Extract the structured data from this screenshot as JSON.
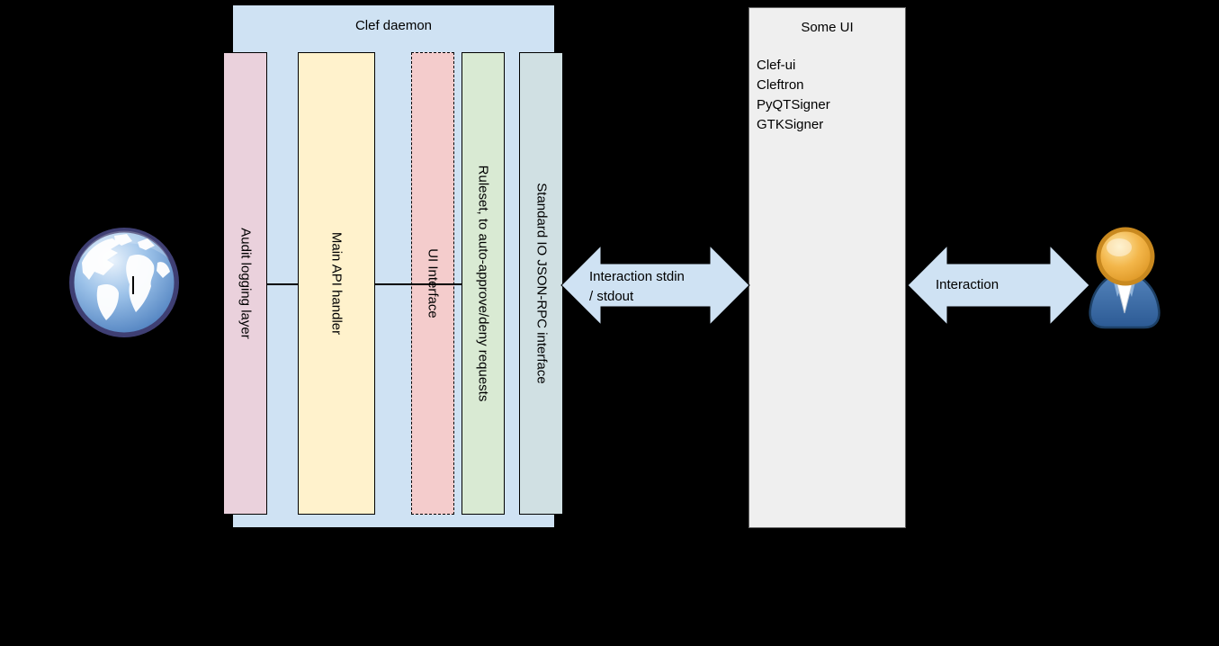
{
  "background": "#000000",
  "clef_daemon": {
    "title": "Clef daemon",
    "fill": "#cfe2f3",
    "bars": [
      {
        "label": "Audit logging layer",
        "fill": "#ead1dc",
        "border_style": "solid"
      },
      {
        "label": "Main API handler",
        "fill": "#fff2cc",
        "border_style": "solid"
      },
      {
        "label": "UI Interface",
        "fill": "#f4cccc",
        "border_style": "dashed"
      },
      {
        "label": "Ruleset, to auto-approve/deny requests",
        "fill": "#d9ead3",
        "border_style": "solid"
      },
      {
        "label": "Standard IO JSON-RPC interface",
        "fill": "#d0e0e3",
        "border_style": "solid"
      }
    ]
  },
  "some_ui": {
    "title": "Some UI",
    "fill": "#efefef",
    "items": [
      "Clef-ui",
      "Cleftron",
      "PyQTSigner",
      "GTKSigner"
    ]
  },
  "connectors": {
    "io_arrow": {
      "line1": "Interaction stdin",
      "line2": "/ stdout",
      "fill": "#cfe2f3"
    },
    "user_arrow": {
      "line1": "Interaction",
      "fill": "#cfe2f3"
    }
  },
  "icons": {
    "globe": "internet-globe-icon",
    "user": "user-person-icon",
    "io_arrow": "double-arrow-icon",
    "user_arrow": "double-arrow-icon"
  }
}
